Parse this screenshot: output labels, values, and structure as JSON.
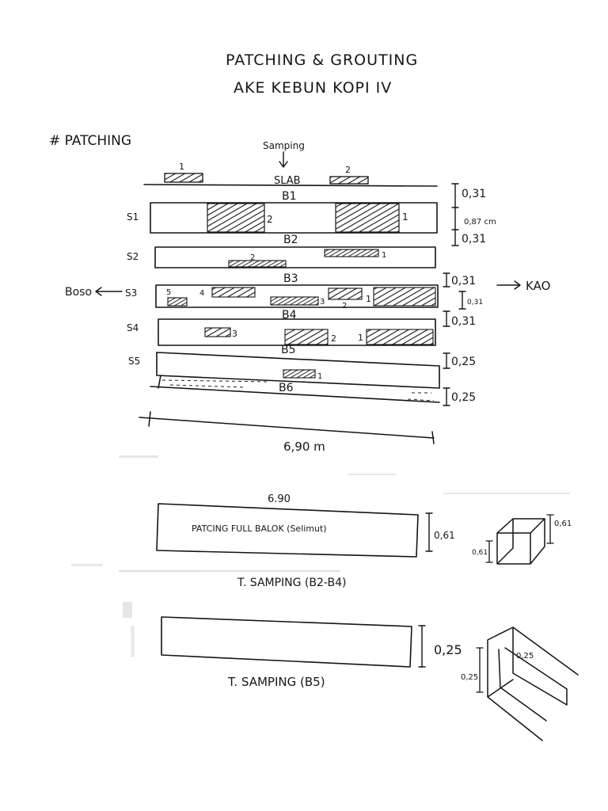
{
  "header": {
    "title_line1": "PATCHING & GROUTING",
    "title_line2": "AKE KEBUN KOPI IV"
  },
  "section_label": "# PATCHING",
  "top_note": "Samping",
  "slab_label": "SLAB",
  "patch_numbers": {
    "slab_1": "1",
    "slab_2": "2",
    "s1_a": "2",
    "s1_b": "1",
    "s2_a": "2",
    "s2_b": "1",
    "s3_a": "5",
    "s3_b": "4",
    "s3_c": "3",
    "s3_d": "2",
    "s3_e": "1",
    "s4_a": "3",
    "s4_b": "2",
    "s4_c": "1",
    "s5_a": "1"
  },
  "beams": [
    "B1",
    "B2",
    "B3",
    "B4",
    "B5",
    "B6"
  ],
  "spans": [
    "S1",
    "S2",
    "S3",
    "S4",
    "S5"
  ],
  "direction_left": "Boso",
  "direction_right": "KAO",
  "dims": {
    "d1": "0,31",
    "d2": "0,87 cm",
    "d3": "0,31",
    "d4": "0,31",
    "d5": "0,31",
    "d6": "0,25",
    "d7": "0,25",
    "d_mid": "0,31"
  },
  "length_label": "6,90 m",
  "detail_1": {
    "top_length": "6.90",
    "inner_label": "PATCING FULL BALOK (Selimut)",
    "height": "0,61",
    "box_height": "0,61",
    "box_depth": "0,61",
    "caption": "T. SAMPING (B2-B4)"
  },
  "detail_2": {
    "height": "0,25",
    "persp_top": "0,25",
    "persp_side": "0,25",
    "caption": "T. SAMPING (B5)"
  },
  "colors": {
    "ink": "#141414",
    "paper": "#ffffff",
    "smudge": "#b9b9b9"
  }
}
